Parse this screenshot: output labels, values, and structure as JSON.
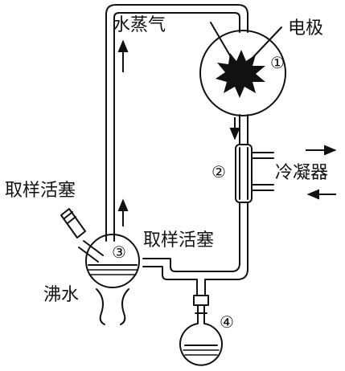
{
  "labels": {
    "water_vapor": "水蒸气",
    "electrode": "电极",
    "condenser": "冷凝器",
    "sampling_plug_left": "取样活塞",
    "sampling_plug_bottom": "取样活塞",
    "boiling_water": "沸水"
  },
  "markers": {
    "m1": "①",
    "m2": "②",
    "m3": "③",
    "m4": "④"
  },
  "colors": {
    "line": "#111111",
    "spark": "#111111",
    "background": "#ffffff"
  }
}
